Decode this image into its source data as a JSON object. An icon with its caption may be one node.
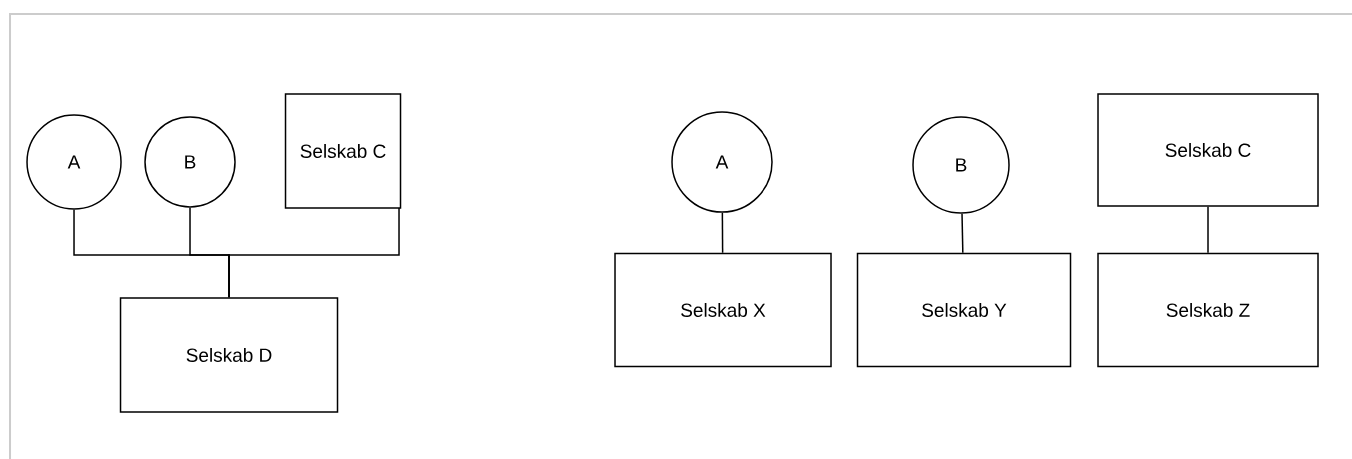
{
  "diagram": {
    "nodes": [
      {
        "text": [
          "A"
        ]
      },
      {
        "text": [
          "B"
        ]
      },
      {
        "text": [
          "Selskab C"
        ]
      },
      {
        "text": [
          "Selskab D"
        ]
      },
      {
        "text": [
          "A"
        ]
      },
      {
        "text": [
          "B"
        ]
      },
      {
        "text": [
          "Selskab C"
        ]
      },
      {
        "text": [
          "Selskab X"
        ]
      },
      {
        "text": [
          "Selskab Y"
        ]
      },
      {
        "text": [
          "Selskab Z"
        ]
      }
    ],
    "edges": [
      {
        "from": 0,
        "to": 3,
        "arrow": "none"
      },
      {
        "from": 1,
        "to": 3,
        "arrow": "none"
      },
      {
        "from": 2,
        "to": 3,
        "arrow": "none"
      },
      {
        "from": 4,
        "to": 7,
        "arrow": "none"
      },
      {
        "from": 5,
        "to": 8,
        "arrow": "none"
      },
      {
        "from": 6,
        "to": 9,
        "arrow": "none"
      }
    ]
  }
}
